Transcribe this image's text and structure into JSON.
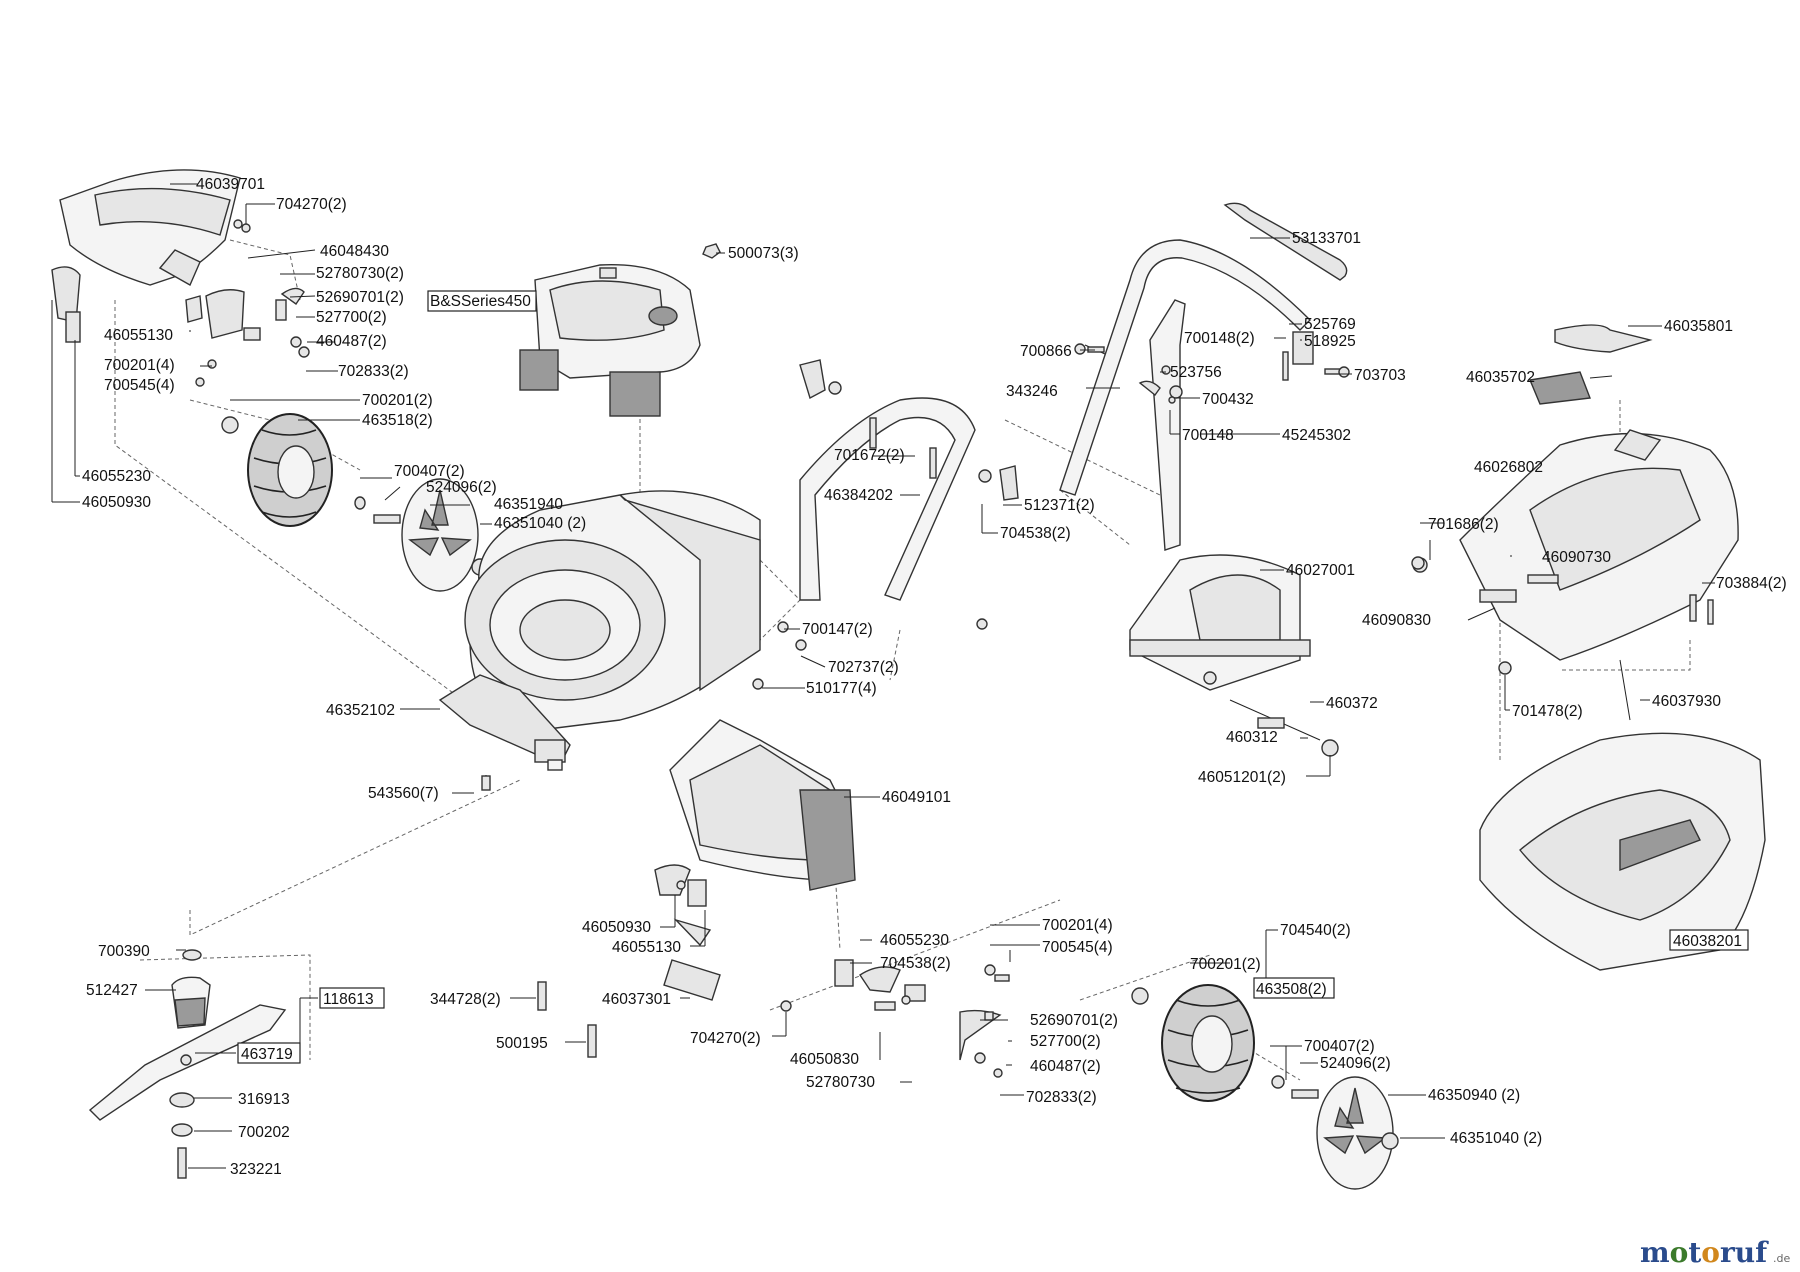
{
  "labels": [
    "46039701",
    "704270(2)",
    "46048430",
    "52780730(2)",
    "52690701(2)",
    "527700(2)",
    "460487(2)",
    "46055130",
    "700201(4)",
    "700545(4)",
    "702833(2)",
    "700201(2)",
    "463518(2)",
    "46055230",
    "46050930",
    "500073(3)",
    "700407(2)",
    "524096(2)",
    "46351940",
    "46351040 (2)",
    "46352102",
    "543560(7)",
    "700147(2)",
    "702737(2)",
    "510177(4)",
    "701672(2)",
    "46384202",
    "512371(2)",
    "704538(2)",
    "53133701",
    "525769",
    "518925",
    "700148(2)",
    "700866",
    "523756",
    "703703",
    "343246",
    "700432",
    "700148",
    "45245302",
    "46027001",
    "460372",
    "460312",
    "46051201(2)",
    "46035801",
    "46035702",
    "46026802",
    "701686(2)",
    "46090730",
    "46090830",
    "703884(2)",
    "701478(2)",
    "46037930",
    "46049101",
    "46050930",
    "46055130",
    "46055230",
    "704538(2)",
    "46037301",
    "704270(2)",
    "46050830",
    "52780730",
    "700201(4)",
    "700545(4)",
    "52690701(2)",
    "527700(2)",
    "460487(2)",
    "702833(2)",
    "704540(2)",
    "700201(2)",
    "700407(2)",
    "524096(2)",
    "46350940 (2)",
    "46351040 (2)",
    "700390",
    "512427",
    "316913",
    "700202",
    "323221",
    "344728(2)",
    "500195"
  ],
  "boxed_labels": [
    "B&SSeries450",
    "118613",
    "463719",
    "463508(2)",
    "46038201"
  ],
  "brand": {
    "name": "motoruf",
    "suffix": ".de"
  }
}
